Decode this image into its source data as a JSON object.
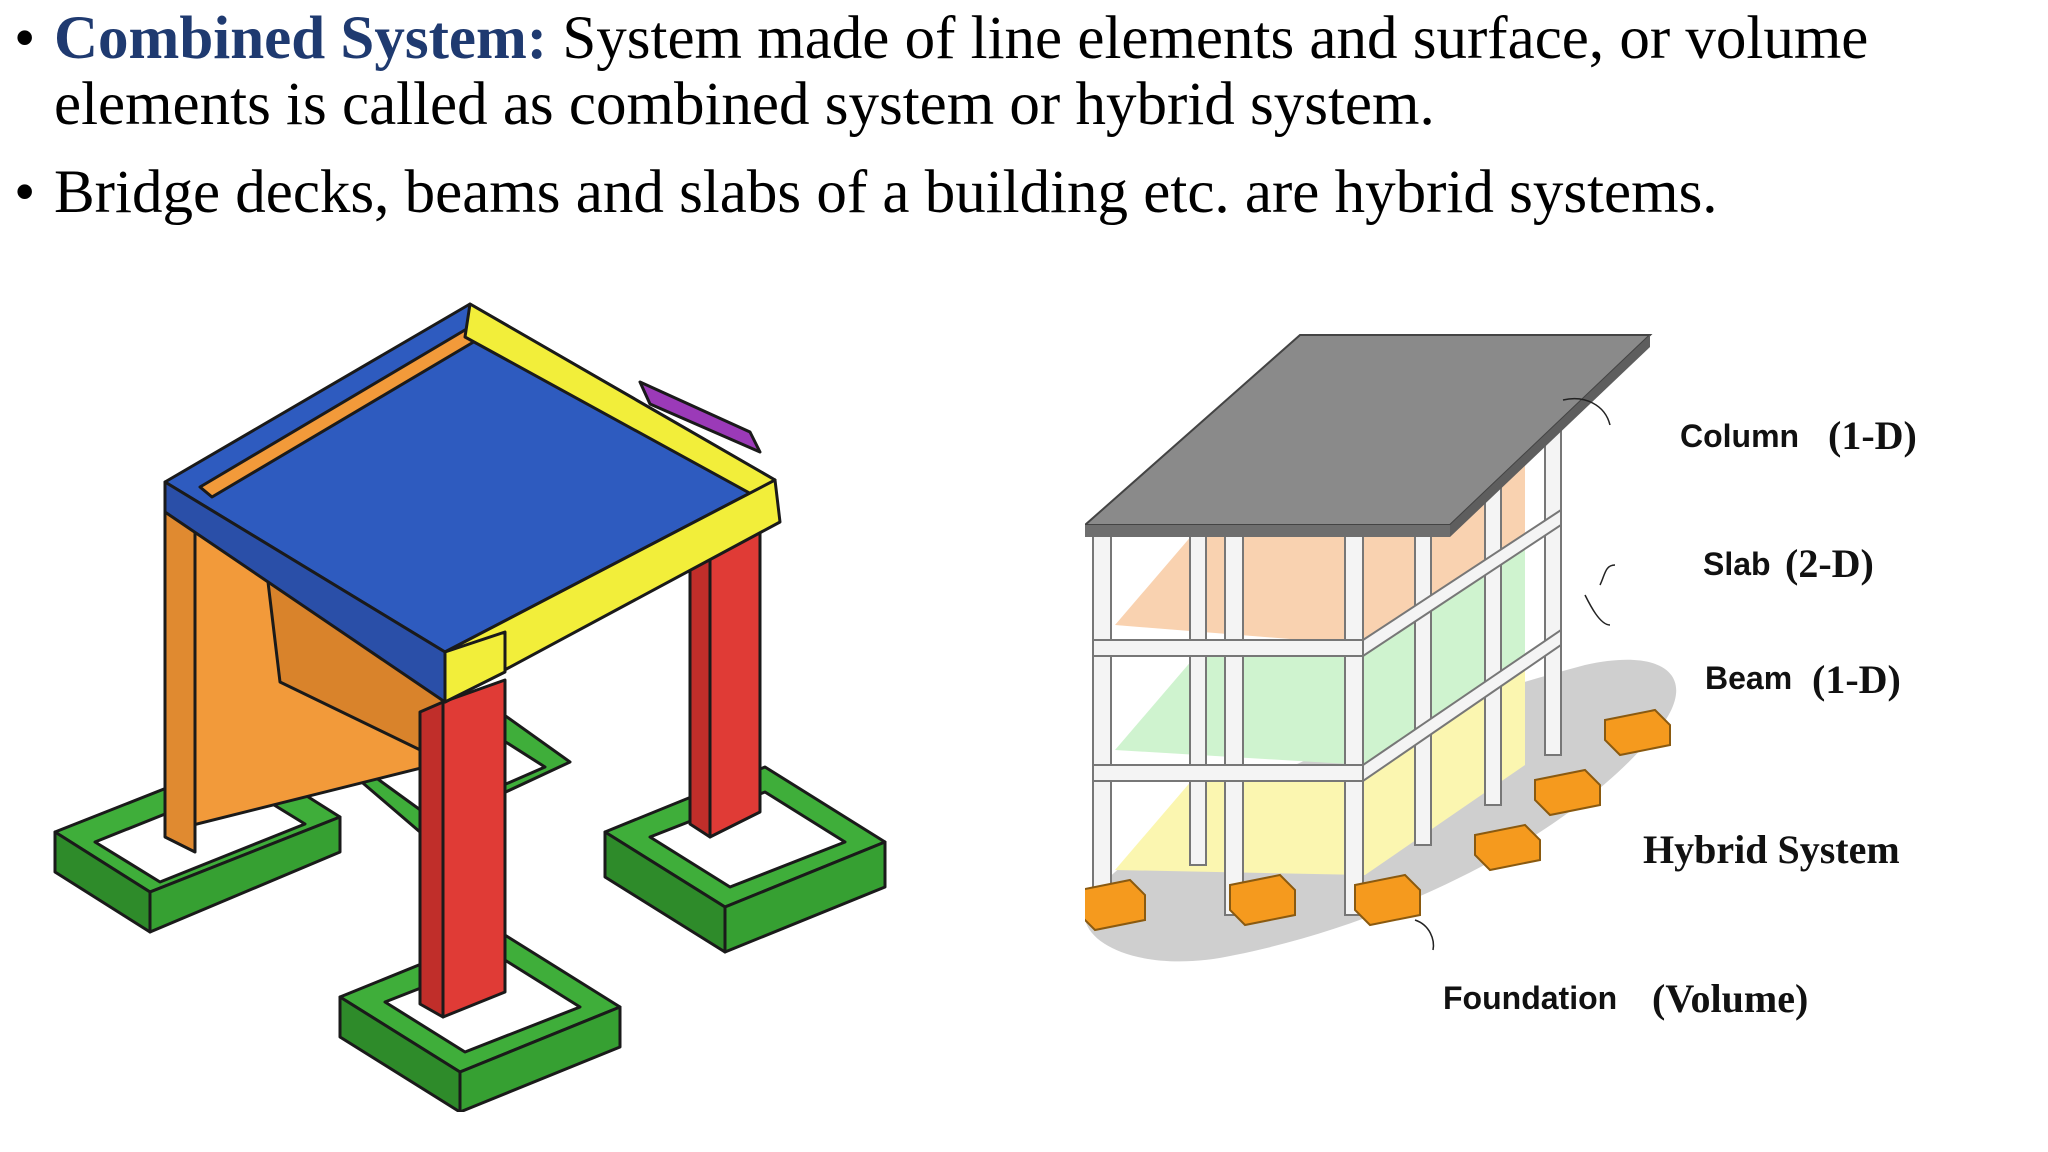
{
  "bullets": [
    {
      "term": "Combined System",
      "colon": ":",
      "text": " System made of line elements and surface, or volume elements is called as combined system or hybrid system."
    },
    {
      "text": "Bridge decks, beams and slabs of a building etc. are hybrid systems."
    }
  ],
  "bullet_symbol": "•",
  "diagram": {
    "labels": {
      "column_name": "Column",
      "column_dim": "(1-D)",
      "slab_name": "Slab",
      "slab_dim": "(2-D)",
      "beam_name": "Beam",
      "beam_dim": "(1-D)",
      "system": "Hybrid System",
      "foundation_name": "Foundation",
      "foundation_dim": "(Volume)"
    }
  },
  "colors": {
    "term": "#1F3A70",
    "slab_blue": "#2E5BBF",
    "beam_yellow": "#F2EE3A",
    "wall_orange": "#F29A3A",
    "column_red": "#E03B36",
    "footing_green": "#3FAE3A",
    "roof_gray": "#8A8A8A",
    "footing_orange": "#F59A1E"
  }
}
